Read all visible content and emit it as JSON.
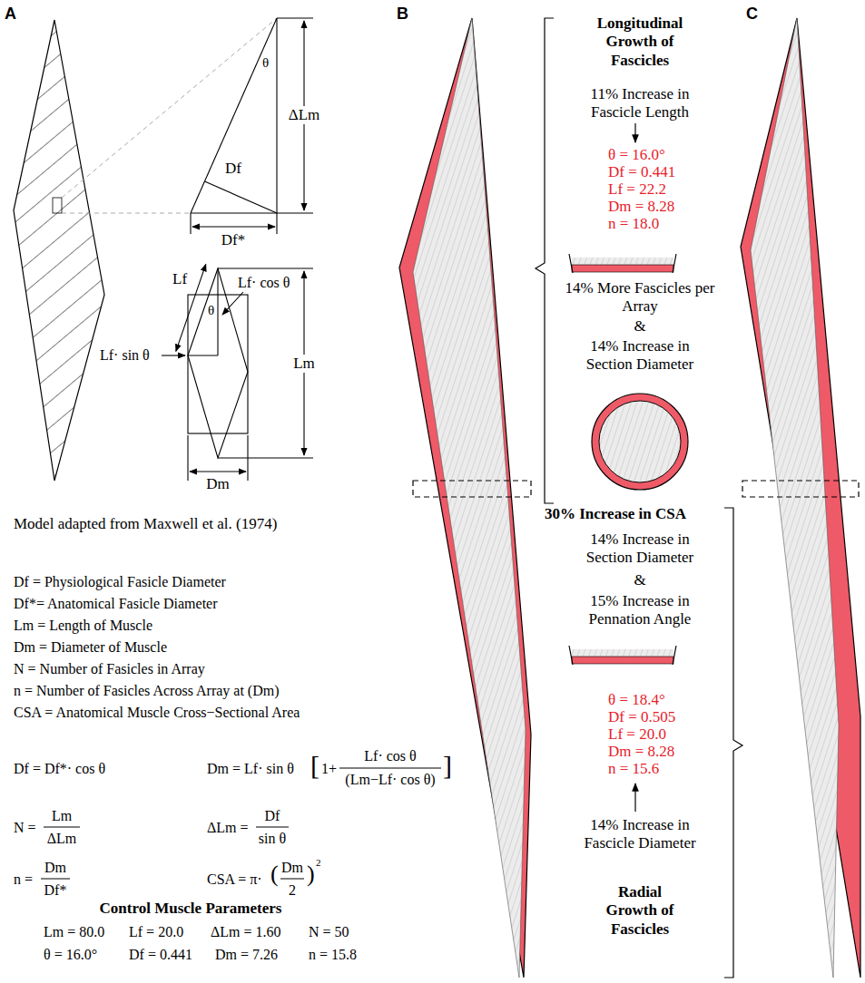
{
  "diagram": {
    "labels": [
      "A",
      "B",
      "C",
      "θ",
      "ΔLm",
      "Df",
      "Df*",
      "Lf",
      "θ",
      "Lf· cos θ",
      "Lm",
      "Lf· sin θ",
      "Dm",
      "Model adapted from Maxwell et al. (1974)",
      "Df = Physiological Fasicle Diameter",
      "Df*= Anatomical Fasicle Diameter",
      "Lm = Length of Muscle",
      "Dm = Diameter of Muscle",
      "N = Number of Fasicles in Array",
      "n = Number of Fasicles Across Array at (Dm)",
      "CSA = Anatomical Muscle Cross−Sectional Area",
      "Df = Df*· cos θ",
      "Dm = Lf· sin θ",
      "[",
      "1+",
      "Lf· cos θ",
      "(Lm−Lf· cos θ)",
      "]",
      "N =",
      "Lm",
      "ΔLm",
      "ΔLm =",
      "Df",
      "sin θ",
      "n =",
      "Dm",
      "Df*",
      "CSA = π·",
      "(",
      "Dm",
      "2",
      ")",
      "2",
      "Control Muscle Parameters",
      "Lm = 80.0",
      "Lf = 20.0",
      "ΔLm = 1.60",
      "N = 50",
      "θ = 16.0°",
      "Df = 0.441",
      "Dm = 7.26",
      "n = 15.8",
      "Longitudinal Growth of Fascicles",
      "11% Increase in Fascicle Length",
      "θ = 16.0°",
      "Df = 0.441",
      "Lf = 22.2",
      "Dm = 8.28",
      "n = 18.0",
      "14% More Fascicles per Array",
      "&",
      "14% Increase in Section Diameter",
      "30% Increase in CSA",
      "14% Increase in Section Diameter",
      "&",
      "15% Increase in Pennation Angle",
      "θ = 18.4°",
      "Df = 0.505",
      "Lf = 20.0",
      "Dm = 8.28",
      "n = 15.6",
      "14% Increase in Fascicle Diameter",
      "Radial Growth of Fascicles"
    ]
  }
}
